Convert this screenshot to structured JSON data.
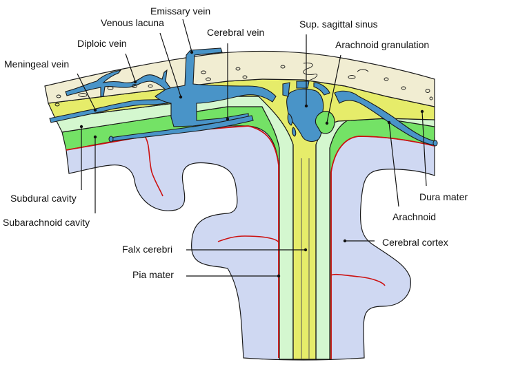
{
  "title": "Meninges and superior sagittal sinus (coronal section)",
  "colors": {
    "bone": "#f1edd2",
    "dura": "#e6ec6a",
    "arachnoid": "#d4f7cf",
    "subarachnoid": "#74e266",
    "cortex": "#cfd8f2",
    "vein": "#4994c8",
    "pia": "#cc1111",
    "outline": "#1a1a1a"
  },
  "labels": {
    "emissary_vein": "Emissary vein",
    "venous_lacuna": "Venous lacuna",
    "cerebral_vein": "Cerebral vein",
    "diploic_vein": "Diploic vein",
    "meningeal_vein": "Meningeal vein",
    "sup_sagittal_sinus": "Sup. sagittal sinus",
    "arachnoid_granulation": "Arachnoid granulation",
    "subdural_cavity": "Subdural cavity",
    "subarachnoid_cavity": "Subarachnoid cavity",
    "dura_mater": "Dura mater",
    "arachnoid": "Arachnoid",
    "cerebral_cortex": "Cerebral cortex",
    "falx_cerebri": "Falx cerebri",
    "pia_mater": "Pia mater"
  }
}
